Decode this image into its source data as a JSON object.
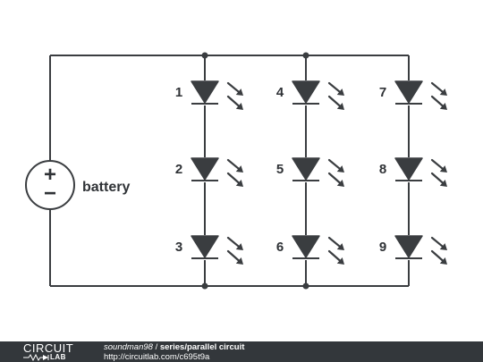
{
  "diagram": {
    "source_label": "battery",
    "source_plus": "+",
    "source_minus": "−",
    "leds": [
      {
        "label": "1",
        "column": 0,
        "row": 0
      },
      {
        "label": "2",
        "column": 0,
        "row": 1
      },
      {
        "label": "3",
        "column": 0,
        "row": 2
      },
      {
        "label": "4",
        "column": 1,
        "row": 0
      },
      {
        "label": "5",
        "column": 1,
        "row": 1
      },
      {
        "label": "6",
        "column": 1,
        "row": 2
      },
      {
        "label": "7",
        "column": 2,
        "row": 0
      },
      {
        "label": "8",
        "column": 2,
        "row": 1
      },
      {
        "label": "9",
        "column": 2,
        "row": 2
      }
    ],
    "colors": {
      "ink": "#3a3d40",
      "footer_bg": "#33373b",
      "text": "#ffffff"
    }
  },
  "footer": {
    "logo_top": "CIRCUIT",
    "logo_bottom": "LAB",
    "author": "soundman98",
    "separator": " / ",
    "title": "series/parallel circuit",
    "url": "http://circuitlab.com/c695t9a"
  }
}
